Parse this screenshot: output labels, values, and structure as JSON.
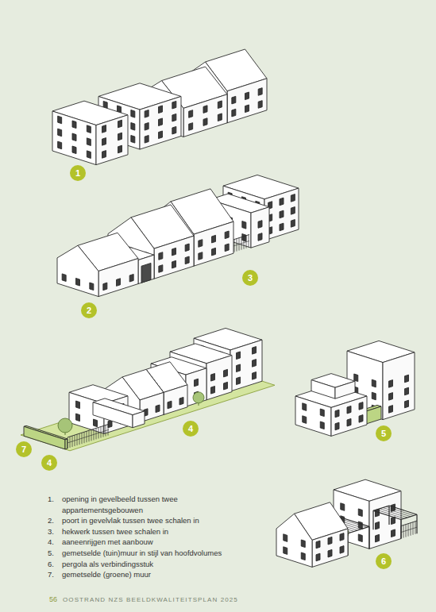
{
  "diagram": {
    "nodes": [
      {
        "text": [
          "1"
        ]
      },
      {
        "text": [
          "3"
        ]
      },
      {
        "text": [
          "2"
        ]
      },
      {
        "text": [
          "4"
        ]
      },
      {
        "text": [
          "5"
        ]
      },
      {
        "text": [
          "7"
        ]
      },
      {
        "text": [
          "4"
        ]
      },
      {
        "text": [
          "6"
        ]
      }
    ],
    "labels": [
      "1.",
      "opening in gevelbeeld tussen twee appartementsgebouwen",
      "2.",
      "poort in gevelvlak tussen twee schalen in",
      "3.",
      "hekwerk tussen twee schalen in",
      "4.",
      "aaneenrijgen met aanbouw",
      "5.",
      "gemetselde (tuin)muur in stijl van hoofdvolumes",
      "6.",
      "pergola als verbindingsstuk",
      "7.",
      "gemetselde (groene) muur",
      "56",
      "OOSTRAND NZS BEELDKWALITEITSPLAN 2025"
    ]
  }
}
